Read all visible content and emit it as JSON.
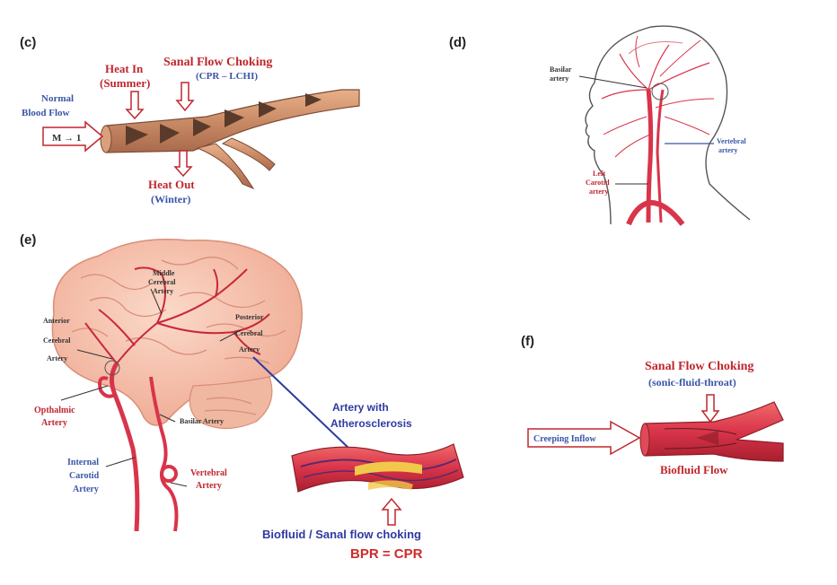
{
  "panels": {
    "c": {
      "label": "(c)",
      "heat_in": "Heat In",
      "heat_in_season": "(Summer)",
      "choking_title": "Sanal Flow Choking",
      "choking_sub": "(CPR – LCHI)",
      "normal_flow_1": "Normal",
      "normal_flow_2": "Blood Flow",
      "mach_box": "M → 1",
      "heat_out": "Heat Out",
      "heat_out_season": "(Winter)"
    },
    "d": {
      "label": "(d)",
      "basilar_1": "Basilar",
      "basilar_2": "artery",
      "vertebral_1": "Vertebral",
      "vertebral_2": "artery",
      "left_1": "Left",
      "left_2": "Carotid",
      "left_3": "artery"
    },
    "e": {
      "label": "(e)",
      "mca_1": "Middle",
      "mca_2": "Cerebral",
      "mca_3": "Artery",
      "aca_1": "Anterior",
      "aca_2": "Cerebral",
      "aca_3": "Artery",
      "pca_1": "Posterior",
      "pca_2": "Cerebral",
      "pca_3": "Artery",
      "ophth_1": "Opthalmic",
      "ophth_2": "Artery",
      "basilar": "Basilar Artery",
      "ica_1": "Internal",
      "ica_2": "Carotid",
      "ica_3": "Artery",
      "vert_1": "Vertebral",
      "vert_2": "Artery",
      "athero_1": "Artery with",
      "athero_2": "Atherosclerosis",
      "biofluid": "Biofluid / Sanal flow choking",
      "bpr": "BPR = CPR"
    },
    "f": {
      "label": "(f)",
      "choking_title": "Sanal Flow Choking",
      "choking_sub": "(sonic-fluid-throat)",
      "creeping": "Creeping Inflow",
      "biofluid": "Biofluid Flow"
    }
  },
  "colors": {
    "artery": "#d9344a",
    "artery_dark": "#a81f2e",
    "brain": "#f2b8a4",
    "skin_outline": "#555555",
    "text_red": "#c0262d",
    "text_blue": "#3a55a8",
    "plaque": "#f2c84b"
  }
}
